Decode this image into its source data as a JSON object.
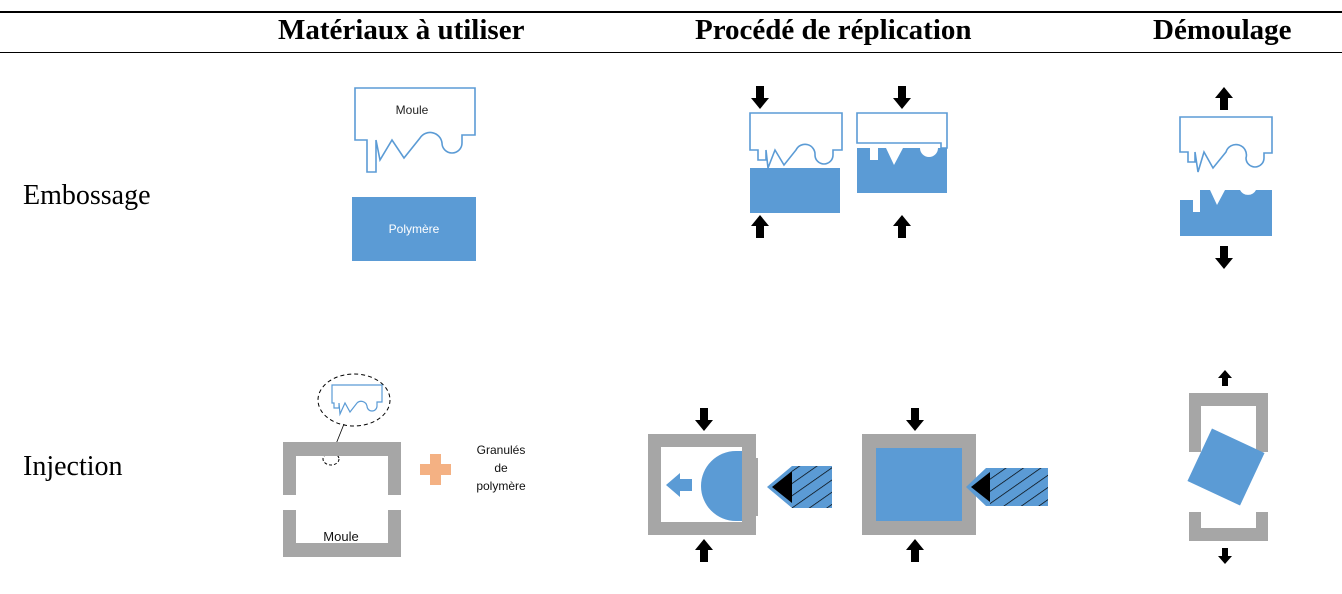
{
  "header": {
    "col_materials": "Matériaux à utiliser",
    "col_process": "Procédé de réplication",
    "col_demold": "Démoulage"
  },
  "rows": {
    "embossing": "Embossage",
    "injection": "Injection"
  },
  "labels": {
    "mold_top": "Moule",
    "polymer": "Polymère",
    "mold_bottom": "Moule",
    "granules_line1": "Granulés",
    "granules_line2": "de",
    "granules_line3": "polymère"
  },
  "colors": {
    "polymer_blue": "#5b9bd5",
    "mold_outline": "#5b9bd5",
    "mold_gray": "#a6a6a6",
    "plus_orange": "#f4b183",
    "arrow_black": "#000000"
  }
}
